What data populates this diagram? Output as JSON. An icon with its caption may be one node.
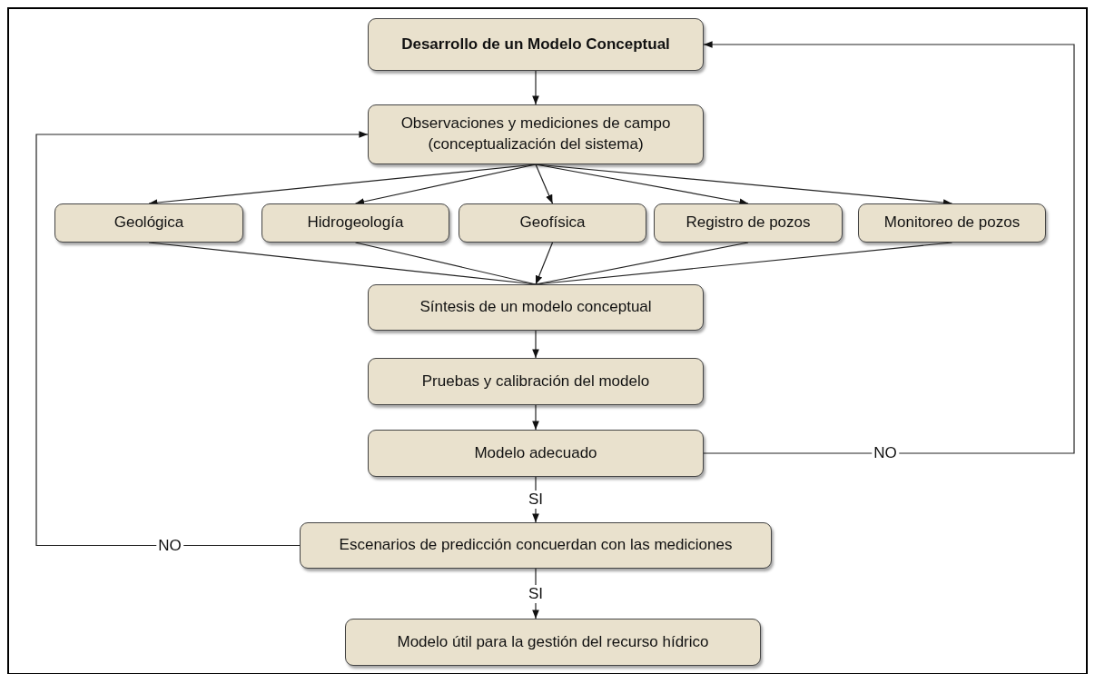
{
  "diagram": {
    "nodes": [
      {
        "text": [
          "Desarrollo de un Modelo Conceptual"
        ]
      },
      {
        "text": [
          "Observaciones y mediciones de campo (conceptualización del sistema)"
        ]
      },
      {
        "text": [
          "Geológica"
        ]
      },
      {
        "text": [
          "Hidrogeología"
        ]
      },
      {
        "text": [
          "Geofísica"
        ]
      },
      {
        "text": [
          "Registro de pozos"
        ]
      },
      {
        "text": [
          "Monitoreo de pozos"
        ]
      },
      {
        "text": [
          "Síntesis de un modelo conceptual"
        ]
      },
      {
        "text": [
          "Pruebas y calibración del modelo"
        ]
      },
      {
        "text": [
          "Modelo adecuado"
        ]
      },
      {
        "text": [
          "Escenarios de predicción concuerdan con las mediciones"
        ]
      },
      {
        "text": [
          "Modelo útil para la gestión del recurso hídrico"
        ]
      }
    ],
    "edges": [
      {
        "from": 0,
        "to": 1,
        "arrow": "to"
      },
      {
        "from": 1,
        "to": 2,
        "arrow": "to"
      },
      {
        "from": 1,
        "to": 3,
        "arrow": "to"
      },
      {
        "from": 1,
        "to": 4,
        "arrow": "to"
      },
      {
        "from": 1,
        "to": 5,
        "arrow": "to"
      },
      {
        "from": 1,
        "to": 6,
        "arrow": "to"
      },
      {
        "from": 2,
        "to": 7,
        "arrow": "none"
      },
      {
        "from": 3,
        "to": 7,
        "arrow": "none"
      },
      {
        "from": 4,
        "to": 7,
        "arrow": "to"
      },
      {
        "from": 5,
        "to": 7,
        "arrow": "none"
      },
      {
        "from": 6,
        "to": 7,
        "arrow": "none"
      },
      {
        "from": 7,
        "to": 8,
        "arrow": "to"
      },
      {
        "from": 8,
        "to": 9,
        "arrow": "to"
      },
      {
        "from": 9,
        "to": 0,
        "label": "NO",
        "arrow": "to"
      },
      {
        "from": 9,
        "to": 10,
        "label": "SI",
        "arrow": "to"
      },
      {
        "from": 10,
        "to": 1,
        "label": "NO",
        "arrow": "to"
      },
      {
        "from": 10,
        "to": 11,
        "label": "SI",
        "arrow": "to"
      }
    ]
  }
}
